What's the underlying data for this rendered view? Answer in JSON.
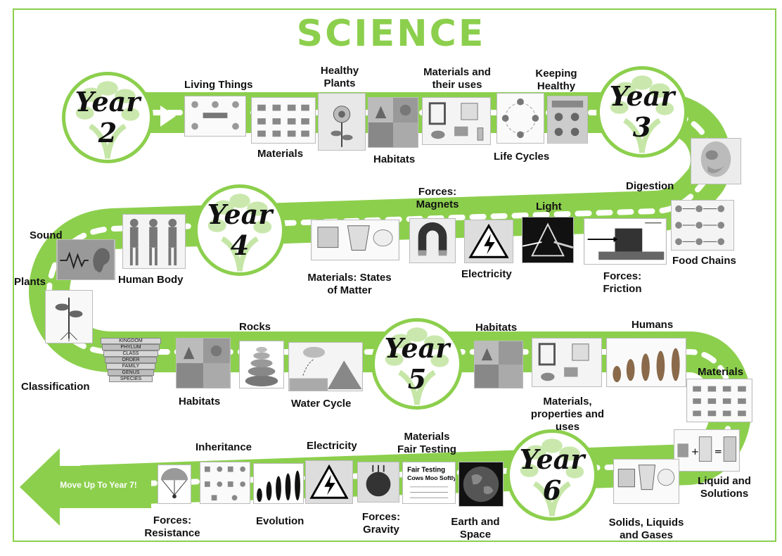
{
  "title": "SCIENCE",
  "years": [
    {
      "word": "Year",
      "number": "2"
    },
    {
      "word": "Year",
      "number": "3"
    },
    {
      "word": "Year",
      "number": "4"
    },
    {
      "word": "Year",
      "number": "5"
    },
    {
      "word": "Year",
      "number": "6"
    }
  ],
  "topics": {
    "living_things": "Living Things",
    "materials_y2": "Materials",
    "healthy_plants": "Healthy Plants",
    "habitats_y2": "Habitats",
    "materials_uses": "Materials and their uses",
    "life_cycles": "Life Cycles",
    "keeping_healthy": "Keeping Healthy",
    "digestion": "Digestion",
    "food_chains": "Food Chains",
    "forces_friction": "Forces: Friction",
    "light": "Light",
    "electricity_y4": "Electricity",
    "forces_magnets": "Forces: Magnets",
    "states_of_matter": "Materials: States of Matter",
    "sound": "Sound",
    "human_body": "Human Body",
    "plants": "Plants",
    "classification": "Classification",
    "rocks": "Rocks",
    "habitats_y5": "Habitats",
    "water_cycle": "Water Cycle",
    "habitats_y5b": "Habitats",
    "materials_properties": "Materials, properties and uses",
    "humans": "Humans",
    "materials_y5": "Materials",
    "liquid_solutions": "Liquid and Solutions",
    "solids_liquids_gases": "Solids, Liquids and Gases",
    "earth_space": "Earth and Space",
    "materials_fair_testing": "Materials Fair Testing",
    "forces_gravity": "Forces: Gravity",
    "electricity_y6": "Electricity",
    "evolution": "Evolution",
    "inheritance": "Inheritance",
    "forces_resistance": "Forces: Resistance"
  },
  "classification_levels": [
    "KINGDOM",
    "PHYLUM",
    "CLASS",
    "ORDER",
    "FAMILY",
    "GENUS",
    "SPECIES"
  ],
  "fair_testing_card": {
    "title": "Fair Testing",
    "line": "Cows Moo Softly"
  },
  "exit_arrow": "Move Up To Year 7!",
  "colors": {
    "accent": "#8ccf4d",
    "track": "#8ccf4d",
    "text": "#111111"
  }
}
